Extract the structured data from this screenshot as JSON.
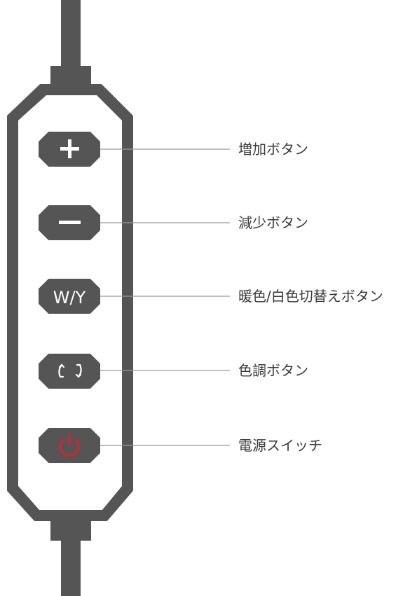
{
  "colors": {
    "body": "#555555",
    "button": "#555555",
    "symbol": "#ffffff",
    "power_symbol": "#d8232a",
    "leader_line": "#999999",
    "label_text": "#3a3a3a",
    "background": "#ffffff"
  },
  "buttons": [
    {
      "id": "increase",
      "symbol": "+",
      "icon": "plus-icon",
      "label": "増加ボタン"
    },
    {
      "id": "decrease",
      "symbol": "−",
      "icon": "minus-icon",
      "label": "減少ボタン"
    },
    {
      "id": "warm-white",
      "symbol": "W/Y",
      "icon": "",
      "label": "暖色/白色切替えボタン"
    },
    {
      "id": "color-tone",
      "symbol": "",
      "icon": "rotate-arrows-icon",
      "label": "色調ボタン"
    },
    {
      "id": "power",
      "symbol": "",
      "icon": "power-icon",
      "label": "電源スイッチ"
    }
  ]
}
